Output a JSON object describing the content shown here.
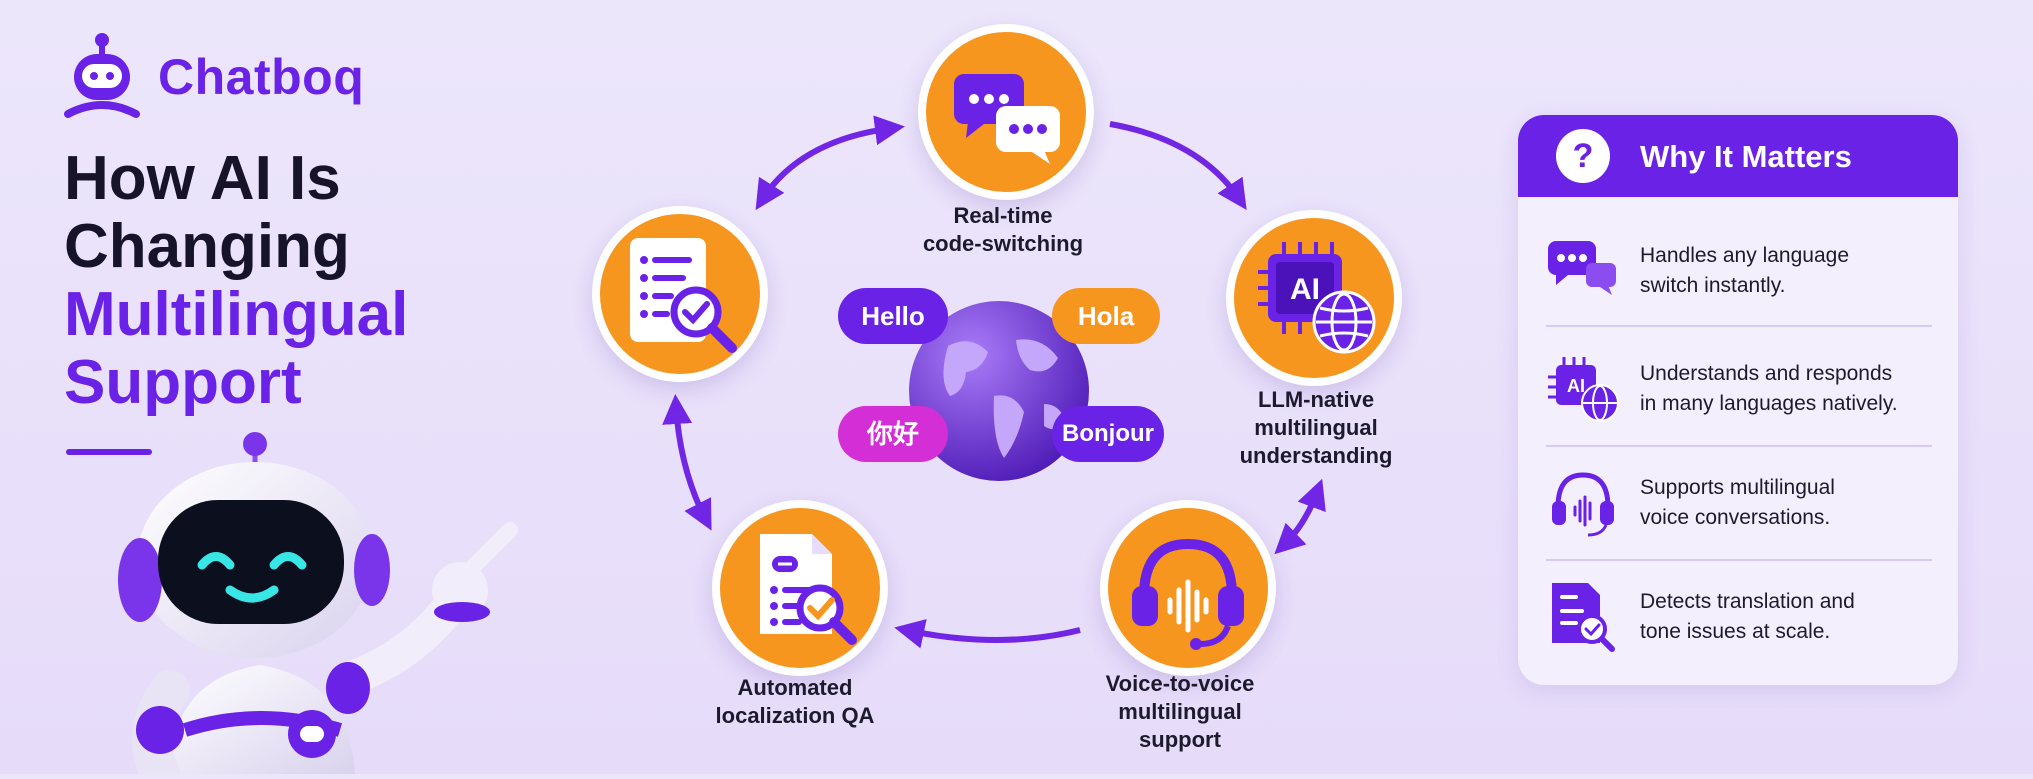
{
  "brand": {
    "name": "Chatboq"
  },
  "title": {
    "line1": "How AI Is",
    "line2": "Changing",
    "line3": "Multilingual",
    "line4": "Support"
  },
  "cycle": {
    "nodes": [
      {
        "label_line1": "Real-time",
        "label_line2": "code-switching",
        "icon": "chat-bubbles-icon"
      },
      {
        "label_line1": "LLM-native",
        "label_line2": "multilingual",
        "label_line3": "understanding",
        "icon": "ai-chip-globe-icon",
        "chip_text": "AI"
      },
      {
        "label_line1": "Voice-to-voice",
        "label_line2": "multilingual",
        "label_line3": "support",
        "icon": "headset-voice-icon"
      },
      {
        "label_line1": "Automated",
        "label_line2": "localization QA",
        "icon": "document-check-icon"
      },
      {
        "icon": "checklist-magnifier-icon"
      }
    ]
  },
  "globe": {
    "bubbles": {
      "hello": "Hello",
      "hola": "Hola",
      "nihao": "你好",
      "bonjour": "Bonjour"
    }
  },
  "panel": {
    "title": "Why It Matters",
    "header_icon": "question-icon",
    "rows": [
      {
        "line1": "Handles any language",
        "line2": "switch instantly.",
        "icon": "chat-bubbles-icon"
      },
      {
        "line1": "Understands and responds",
        "line2": "in many languages natively.",
        "icon": "ai-chip-globe-icon",
        "chip_text": "AI"
      },
      {
        "line1": "Supports multilingual",
        "line2": "voice conversations.",
        "icon": "headset-voice-icon"
      },
      {
        "line1": "Detects translation and",
        "line2": "tone issues at scale.",
        "icon": "document-check-icon"
      }
    ]
  },
  "colors": {
    "purple": "#6a22e6",
    "orange": "#f7961e",
    "magenta": "#d42ed6",
    "background": "#ece6fb"
  }
}
